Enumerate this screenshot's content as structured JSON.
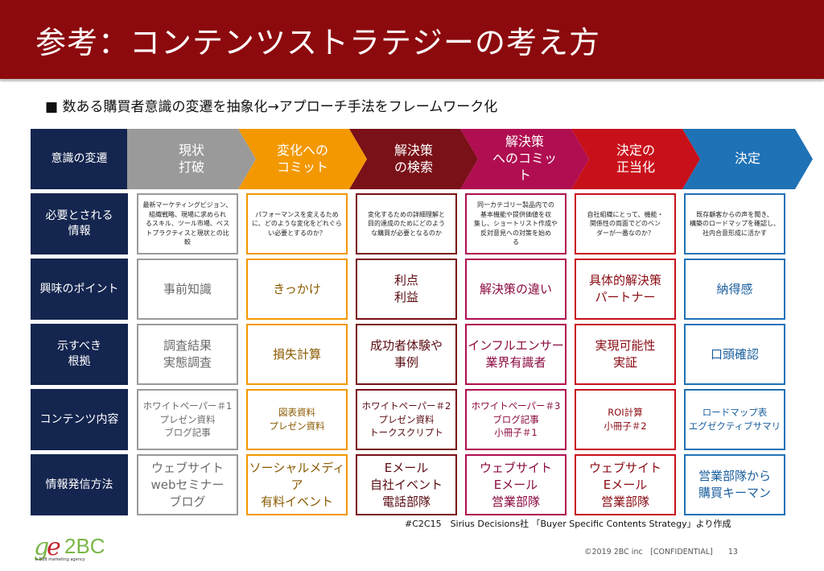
{
  "header": {
    "title": "参考：コンテンツストラテジーの考え方"
  },
  "subtitle": "■ 数ある購買者意識の変遷を抽象化→アプローチ手法をフレームワーク化",
  "row_labels": [
    "意識の変遷",
    "必要とされる\n情報",
    "興味のポイント",
    "示すべき\n根拠",
    "コンテンツ内容",
    "情報発信方法"
  ],
  "stages": [
    {
      "label": "現状\n打破",
      "color": "#9a9a9a"
    },
    {
      "label": "変化への\nコミット",
      "color": "#f39800"
    },
    {
      "label": "解決策\nの検索",
      "color": "#7a1018"
    },
    {
      "label": "解決策\nへのコミッ\nト",
      "color": "#b00e50"
    },
    {
      "label": "決定の\n正当化",
      "color": "#c8101b"
    },
    {
      "label": "決定",
      "color": "#1f72b6"
    }
  ],
  "column_colors": [
    "#9a9a9a",
    "#f39800",
    "#7a1018",
    "#b00e50",
    "#c8101b",
    "#1f72b6"
  ],
  "text_colors": [
    "#6b6b6b",
    "#8a5a00",
    "#5a0c12",
    "#8a0a40",
    "#8a0a12",
    "#1a5f9e"
  ],
  "info": [
    "最新マーケティングビジョン、\n組織戦略、現場に求められ\nるスキル、ツール市場、ベス\nトプラクティスと現状との比\n較",
    "パフォーマンスを変えるため\nに、どのような変化をどれぐら\nい必要とするのか？",
    "変化するための詳細理解と\n目的達成のためにどのよう\nな購買が必要となるのか",
    "同一カテゴリー製品内での\n基本機能や提供価値を収\n集し、ショートリスト作成や\n反対意見への対策を始め\nる",
    "自社組織にとって、機能・\n関係性の両面でどのベン\nダーが一番なのか？",
    "既存顧客からの声を聞き、\n構築のロードマップを確認し、\n社内合意形成に活かす"
  ],
  "interest": [
    "事前知識",
    "きっかけ",
    "利点\n利益",
    "解決策の違い",
    "具体的解決策\nパートナー",
    "納得感"
  ],
  "evidence": [
    "調査結果\n実態調査",
    "損失計算",
    "成功者体験や\n事例",
    "インフルエンサー\n業界有識者",
    "実現可能性\n実証",
    "口頭確認"
  ],
  "content": [
    "ホワイトペーパー＃1\nプレゼン資料\nブログ記事",
    "図表資料\nプレゼン資料",
    "ホワイトペーパー＃2\nプレゼン資料\nトークスクリプト",
    "ホワイトペーパー＃3\nブログ記事\n小冊子＃1",
    "ROI計算\n小冊子＃2",
    "ロードマップ表\nエグゼクティブサマリ"
  ],
  "delivery": [
    "ウェブサイト\nwebセミナー\nブログ",
    "ソーシャルメディア\n有料イベント",
    "Eメール\n自社イベント\n電話部隊",
    "ウェブサイト\nEメール\n営業部隊",
    "ウェブサイト\nEメール\n営業部隊",
    "営業部隊から\n購買キーマン"
  ],
  "source": "#C2C15　Sirius Decisions社 「Buyer Specific Contents Strategy」より作成",
  "footer": "©2019 2BC inc　[CONFIDENTIAL]　　13",
  "logo": {
    "text": "2BC",
    "tagline": "a B2B marketing agency",
    "colors": {
      "green": "#7ab648",
      "red": "#c0282d"
    }
  }
}
